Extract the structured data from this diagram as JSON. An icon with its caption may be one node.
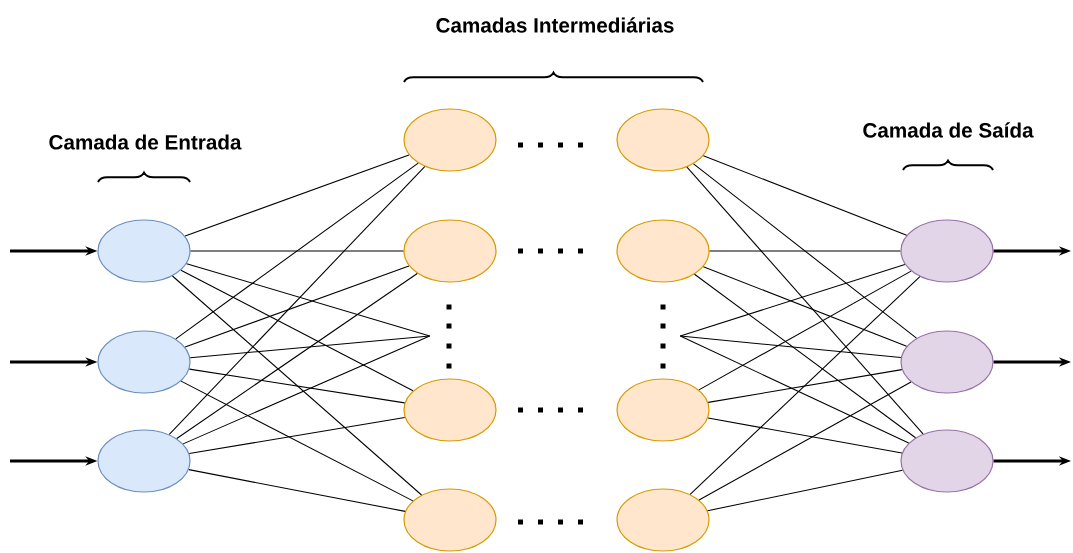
{
  "diagram": {
    "nodes": [
      {
        "text": [],
        "shape": "ellipse"
      },
      {
        "text": [],
        "shape": "ellipse"
      },
      {
        "text": [],
        "shape": "ellipse"
      },
      {
        "text": [],
        "shape": "ellipse"
      },
      {
        "text": [],
        "shape": "ellipse"
      },
      {
        "text": [],
        "shape": "ellipse"
      },
      {
        "text": [],
        "shape": "ellipse"
      },
      {
        "text": [],
        "shape": "dots"
      },
      {
        "text": [],
        "shape": "ellipse"
      },
      {
        "text": [],
        "shape": "ellipse"
      },
      {
        "text": [],
        "shape": "ellipse"
      },
      {
        "text": [],
        "shape": "ellipse"
      },
      {
        "text": [],
        "shape": "dots"
      },
      {
        "text": [],
        "shape": "ellipse"
      },
      {
        "text": [],
        "shape": "ellipse"
      },
      {
        "text": [],
        "shape": "ellipse"
      }
    ],
    "edges": [
      {
        "from": null,
        "to": 0,
        "arrow": "to",
        "style": "thick"
      },
      {
        "from": null,
        "to": 1,
        "arrow": "to",
        "style": "thick"
      },
      {
        "from": null,
        "to": 2,
        "arrow": "to",
        "style": "thick"
      },
      {
        "from": 0,
        "to": 3,
        "arrow": "none"
      },
      {
        "from": 0,
        "to": 4,
        "arrow": "none"
      },
      {
        "from": 0,
        "to": 7,
        "arrow": "none"
      },
      {
        "from": 0,
        "to": 5,
        "arrow": "none"
      },
      {
        "from": 0,
        "to": 6,
        "arrow": "none"
      },
      {
        "from": 1,
        "to": 3,
        "arrow": "none"
      },
      {
        "from": 1,
        "to": 4,
        "arrow": "none"
      },
      {
        "from": 1,
        "to": 7,
        "arrow": "none"
      },
      {
        "from": 1,
        "to": 5,
        "arrow": "none"
      },
      {
        "from": 1,
        "to": 6,
        "arrow": "none"
      },
      {
        "from": 2,
        "to": 3,
        "arrow": "none"
      },
      {
        "from": 2,
        "to": 4,
        "arrow": "none"
      },
      {
        "from": 2,
        "to": 7,
        "arrow": "none"
      },
      {
        "from": 2,
        "to": 5,
        "arrow": "none"
      },
      {
        "from": 2,
        "to": 6,
        "arrow": "none"
      },
      {
        "from": 8,
        "to": 13,
        "arrow": "none"
      },
      {
        "from": 8,
        "to": 14,
        "arrow": "none"
      },
      {
        "from": 8,
        "to": 15,
        "arrow": "none"
      },
      {
        "from": 9,
        "to": 13,
        "arrow": "none"
      },
      {
        "from": 9,
        "to": 14,
        "arrow": "none"
      },
      {
        "from": 9,
        "to": 15,
        "arrow": "none"
      },
      {
        "from": 12,
        "to": 13,
        "arrow": "none"
      },
      {
        "from": 12,
        "to": 14,
        "arrow": "none"
      },
      {
        "from": 12,
        "to": 15,
        "arrow": "none"
      },
      {
        "from": 10,
        "to": 13,
        "arrow": "none"
      },
      {
        "from": 10,
        "to": 14,
        "arrow": "none"
      },
      {
        "from": 10,
        "to": 15,
        "arrow": "none"
      },
      {
        "from": 11,
        "to": 13,
        "arrow": "none"
      },
      {
        "from": 11,
        "to": 14,
        "arrow": "none"
      },
      {
        "from": 11,
        "to": 15,
        "arrow": "none"
      },
      {
        "from": 13,
        "to": null,
        "arrow": "to",
        "style": "thick"
      },
      {
        "from": 14,
        "to": null,
        "arrow": "to",
        "style": "thick"
      },
      {
        "from": 15,
        "to": null,
        "arrow": "to",
        "style": "thick"
      }
    ],
    "labels": [
      "Camadas Intermediárias",
      "Camada de Entrada",
      "Camada de Saída"
    ]
  }
}
